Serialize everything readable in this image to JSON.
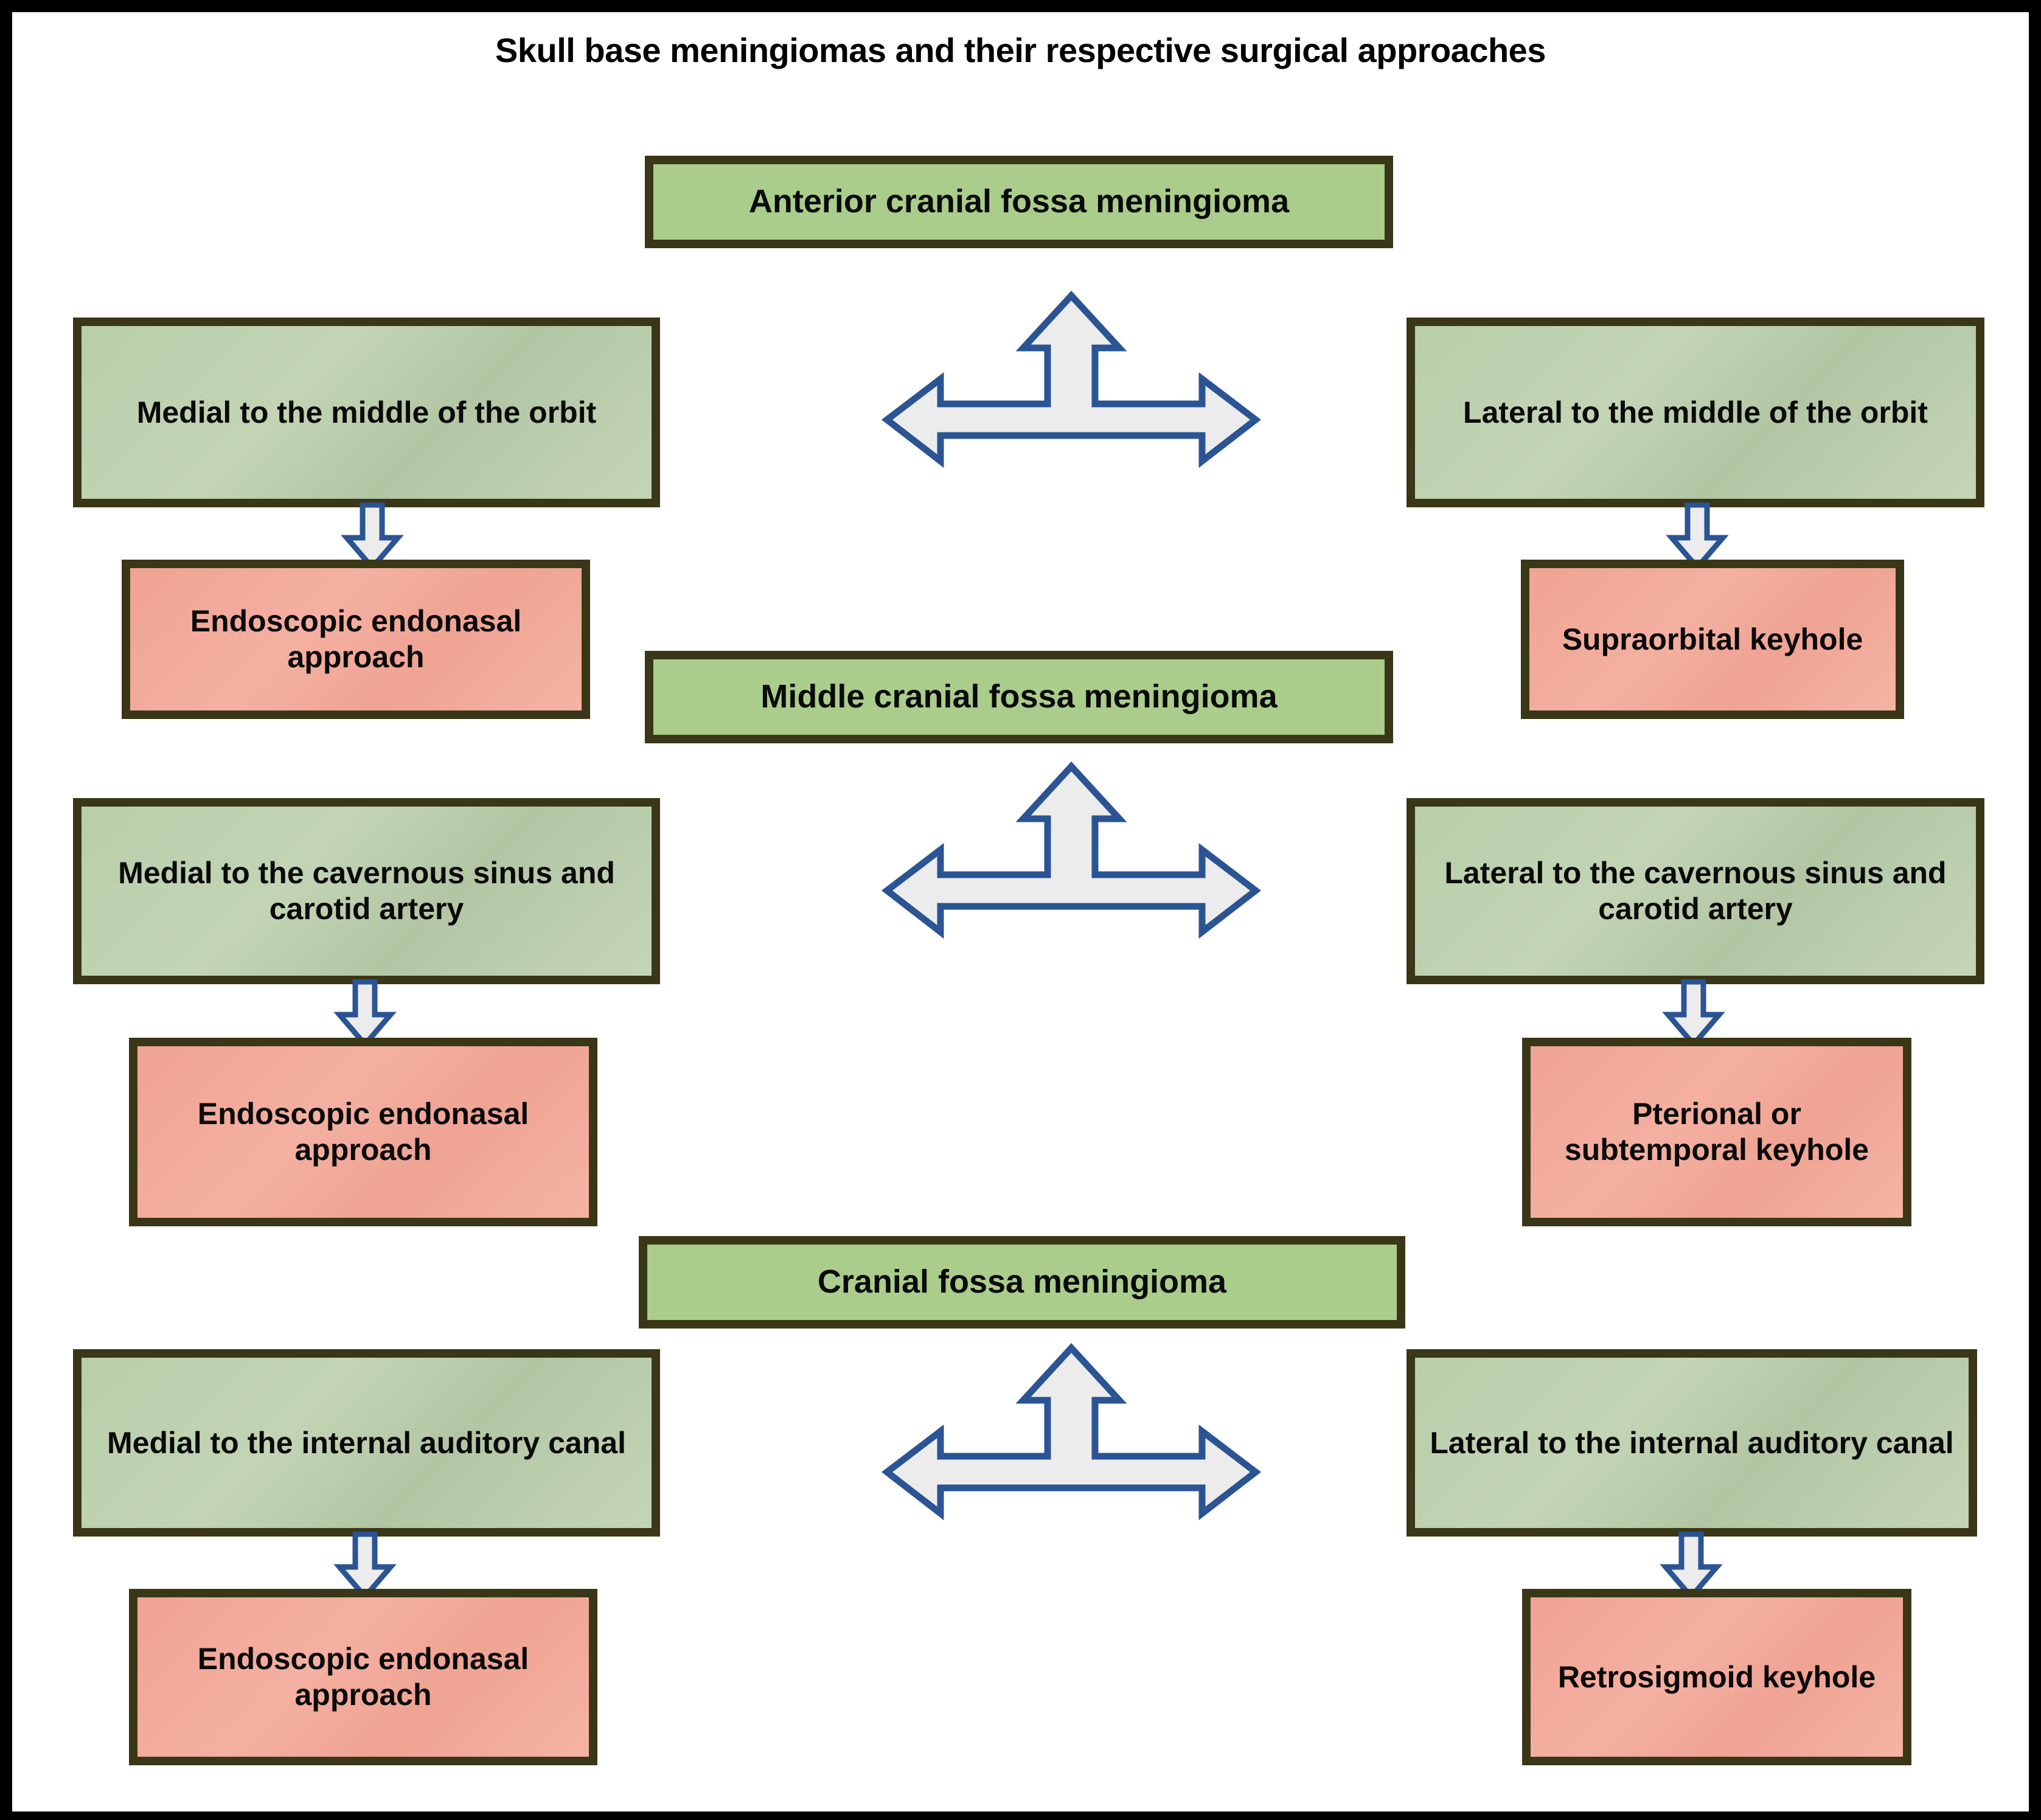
{
  "title": "Skull base meningiomas and their respective surgical approaches",
  "colors": {
    "frame": "#000000",
    "page_background": "#ffffff",
    "box_border": "#3a3718",
    "green_fill": "#bdd0af",
    "green_flat_fill": "#aacd8b",
    "pink_fill": "#f2a998",
    "arrow_outline": "#2b5494",
    "arrow_fill": "#ececec",
    "text": "#0a0a0a"
  },
  "rows": [
    {
      "id": "anterior",
      "center_label": "Anterior cranial fossa meningioma",
      "left_condition": "Medial to the middle of the orbit",
      "right_condition": "Lateral to the middle of the orbit",
      "left_approach": "Endoscopic endonasal approach",
      "right_approach": "Supraorbital keyhole"
    },
    {
      "id": "middle",
      "center_label": "Middle cranial fossa meningioma",
      "left_condition": "Medial to the cavernous sinus and carotid artery",
      "right_condition": "Lateral to the cavernous sinus and carotid artery",
      "left_approach": "Endoscopic endonasal approach",
      "right_approach": "Pterional or subtemporal keyhole"
    },
    {
      "id": "posterior",
      "center_label": "Cranial fossa meningioma",
      "left_condition": "Medial to the internal auditory canal",
      "right_condition": "Lateral to the internal auditory canal",
      "left_approach": "Endoscopic endonasal approach",
      "right_approach": "Retrosigmoid keyhole"
    }
  ],
  "icons": {
    "tri_arrow": "tri-directional-arrow",
    "down_arrow": "down-arrow"
  }
}
